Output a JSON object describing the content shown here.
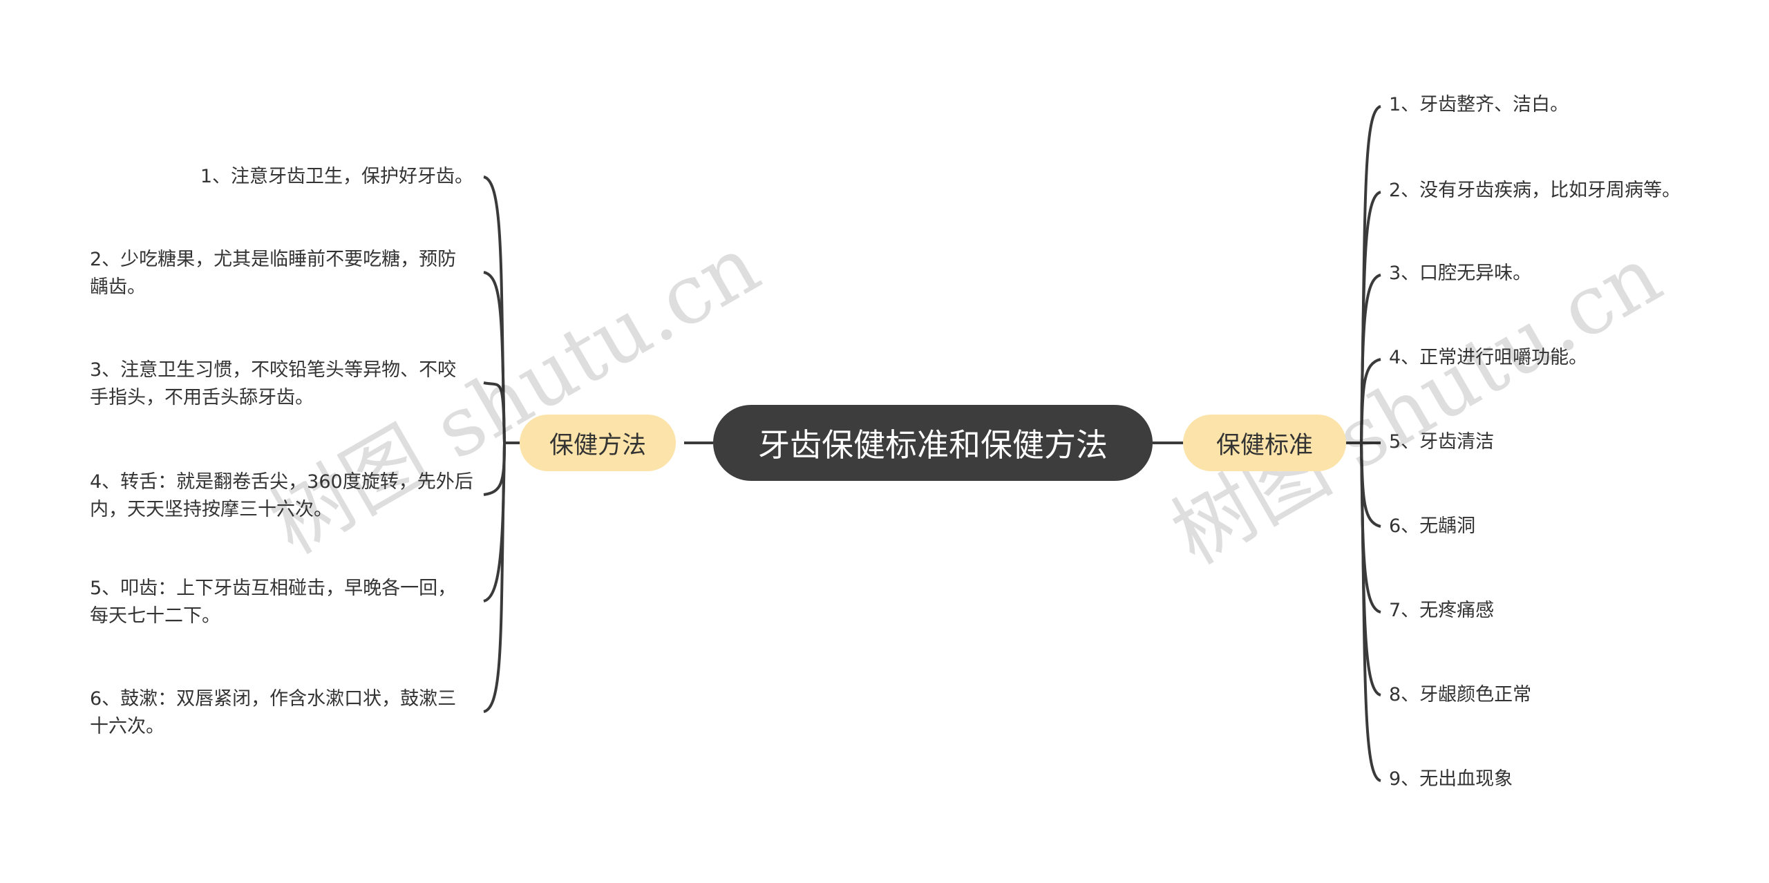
{
  "root": {
    "title": "牙齿保健标准和保健方法"
  },
  "left_branch": {
    "label": "保健方法",
    "items": [
      "1、注意牙齿卫生，保护好牙齿。",
      "2、少吃糖果，尤其是临睡前不要吃糖，预防龋齿。",
      "3、注意卫生习惯，不咬铅笔头等异物、不咬手指头，不用舌头舔牙齿。",
      "4、转舌：就是翻卷舌尖，360度旋转，先外后内，天天坚持按摩三十六次。",
      "5、叩齿：上下牙齿互相碰击，早晚各一回，每天七十二下。",
      "6、鼓漱：双唇紧闭，作含水漱口状，鼓漱三十六次。"
    ]
  },
  "right_branch": {
    "label": "保健标准",
    "items": [
      "1、牙齿整齐、洁白。",
      "2、没有牙齿疾病，比如牙周病等。",
      "3、口腔无异味。",
      "4、正常进行咀嚼功能。",
      "5、牙齿清洁",
      "6、无龋洞",
      "7、无疼痛感",
      "8、牙龈颜色正常",
      "9、无出血现象"
    ]
  },
  "watermark": "树图 shutu.cn",
  "colors": {
    "root_bg": "#3d3d3d",
    "root_text": "#ffffff",
    "branch_bg": "#fbe3a9",
    "line": "#3a3a3a",
    "text": "#333333"
  }
}
